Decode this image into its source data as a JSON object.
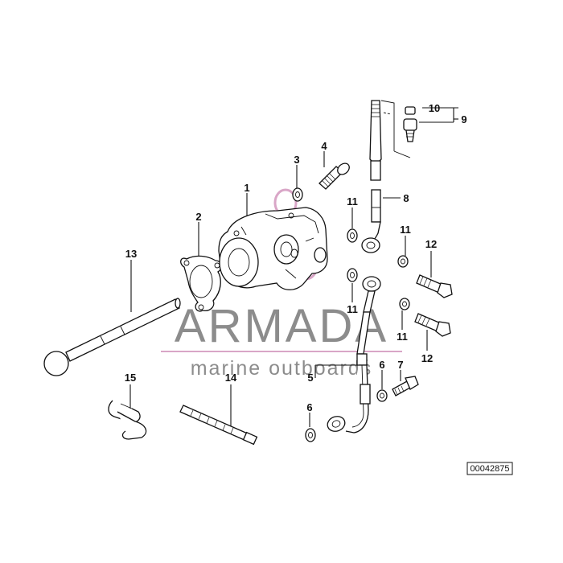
{
  "watermark": {
    "brand": "ARMADA",
    "tagline": "marine outboards",
    "brand_color": "#888888",
    "accent_color": "#d9a6c7"
  },
  "reference_number": "00042875",
  "callouts": {
    "c1": "1",
    "c2": "2",
    "c3": "3",
    "c4": "4",
    "c5": "5",
    "c6a": "6",
    "c6b": "6",
    "c7": "7",
    "c8": "8",
    "c9": "9",
    "c10": "10",
    "c11a": "11",
    "c11b": "11",
    "c11c": "11",
    "c11d": "11",
    "c12a": "12",
    "c12b": "12",
    "c13": "13",
    "c14": "14",
    "c15": "15"
  }
}
